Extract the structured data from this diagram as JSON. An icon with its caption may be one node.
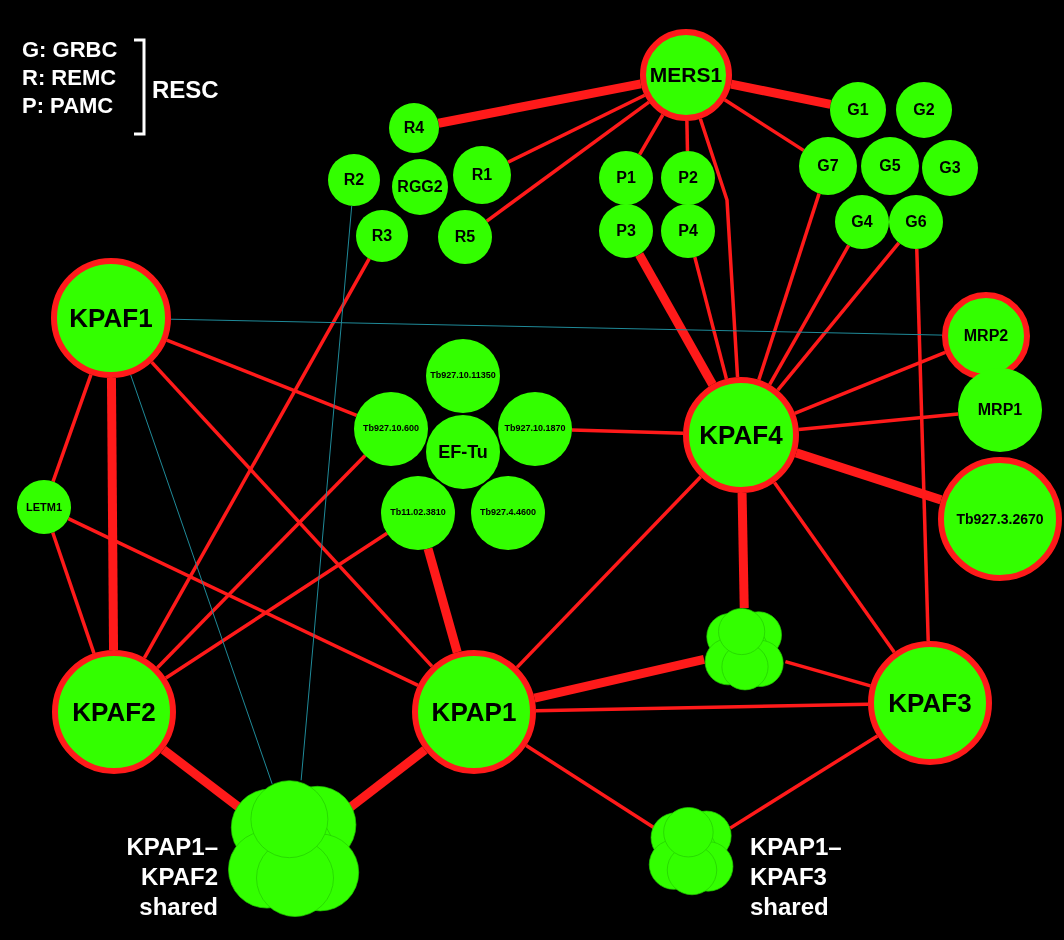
{
  "diagram": {
    "nodes": [
      {
        "text": [
          "MERS1"
        ]
      },
      {
        "text": [
          "R4"
        ]
      },
      {
        "text": [
          "R2"
        ]
      },
      {
        "text": [
          "RGG2"
        ]
      },
      {
        "text": [
          "R1"
        ]
      },
      {
        "text": [
          "R3"
        ]
      },
      {
        "text": [
          "R5"
        ]
      },
      {
        "text": [
          "P1"
        ]
      },
      {
        "text": [
          "P2"
        ]
      },
      {
        "text": [
          "P3"
        ]
      },
      {
        "text": [
          "P4"
        ]
      },
      {
        "text": [
          "G1"
        ]
      },
      {
        "text": [
          "G2"
        ]
      },
      {
        "text": [
          "G7"
        ]
      },
      {
        "text": [
          "G5"
        ]
      },
      {
        "text": [
          "G3"
        ]
      },
      {
        "text": [
          "G4"
        ]
      },
      {
        "text": [
          "G6"
        ]
      },
      {
        "text": [
          "KPAF1"
        ]
      },
      {
        "text": [
          "MRP2"
        ]
      },
      {
        "text": [
          "MRP1"
        ]
      },
      {
        "text": [
          "Tb927.10.11350"
        ]
      },
      {
        "text": [
          "Tb927.10.600"
        ]
      },
      {
        "text": [
          "Tb927.10.1870"
        ]
      },
      {
        "text": [
          "EF-Tu"
        ]
      },
      {
        "text": [
          "Tb11.02.3810"
        ]
      },
      {
        "text": [
          "Tb927.4.4600"
        ]
      },
      {
        "text": [
          "KPAF4"
        ]
      },
      {
        "text": [
          "LETM1"
        ]
      },
      {
        "text": [
          "Tb927.3.2670"
        ]
      },
      {
        "text": [],
        "shape": "circle"
      },
      {
        "text": [
          "KPAF2"
        ]
      },
      {
        "text": [
          "KPAP1"
        ]
      },
      {
        "text": [
          "KPAF3"
        ]
      },
      {
        "text": [],
        "shape": "circle",
        "beside": [
          "KPAP1– KPAF2 shared"
        ]
      },
      {
        "text": [],
        "shape": "circle",
        "beside": [
          "KPAP1– KPAF3 shared"
        ]
      }
    ],
    "edges": [
      {
        "from": 0,
        "to": 1,
        "arrow": "none",
        "style": "thick"
      },
      {
        "from": 0,
        "to": 4,
        "arrow": "none"
      },
      {
        "from": 0,
        "to": 6,
        "arrow": "none"
      },
      {
        "from": 0,
        "to": 11,
        "arrow": "none",
        "style": "thick"
      },
      {
        "from": 0,
        "to": 13,
        "arrow": "none"
      },
      {
        "from": 0,
        "to": 7,
        "arrow": "none"
      },
      {
        "from": 0,
        "to": 8,
        "arrow": "none"
      },
      {
        "from": 0,
        "to": 27,
        "arrow": "none"
      },
      {
        "from": 18,
        "to": 31,
        "arrow": "none",
        "style": "thick"
      },
      {
        "from": 18,
        "to": 28,
        "arrow": "none"
      },
      {
        "from": 28,
        "to": 31,
        "arrow": "none"
      },
      {
        "from": 18,
        "to": 32,
        "arrow": "none"
      },
      {
        "from": 18,
        "to": 22,
        "arrow": "none"
      },
      {
        "from": 31,
        "to": 22,
        "arrow": "none"
      },
      {
        "from": 31,
        "to": 25,
        "arrow": "none"
      },
      {
        "from": 31,
        "to": 34,
        "arrow": "none",
        "style": "thick"
      },
      {
        "from": 31,
        "to": 5,
        "arrow": "none"
      },
      {
        "from": 32,
        "to": 25,
        "arrow": "none",
        "style": "thick"
      },
      {
        "from": 32,
        "to": 27,
        "arrow": "none"
      },
      {
        "from": 32,
        "to": 30,
        "arrow": "none",
        "style": "thick"
      },
      {
        "from": 32,
        "to": 33,
        "arrow": "none"
      },
      {
        "from": 32,
        "to": 34,
        "arrow": "none",
        "style": "thick"
      },
      {
        "from": 32,
        "to": 35,
        "arrow": "none"
      },
      {
        "from": 28,
        "to": 32,
        "arrow": "none"
      },
      {
        "from": 27,
        "to": 9,
        "arrow": "none",
        "style": "thick"
      },
      {
        "from": 27,
        "to": 10,
        "arrow": "none"
      },
      {
        "from": 27,
        "to": 13,
        "arrow": "none"
      },
      {
        "from": 27,
        "to": 16,
        "arrow": "none"
      },
      {
        "from": 27,
        "to": 17,
        "arrow": "none"
      },
      {
        "from": 27,
        "to": 19,
        "arrow": "none"
      },
      {
        "from": 27,
        "to": 20,
        "arrow": "none"
      },
      {
        "from": 27,
        "to": 29,
        "arrow": "none",
        "style": "thick"
      },
      {
        "from": 27,
        "to": 30,
        "arrow": "none",
        "style": "thick"
      },
      {
        "from": 27,
        "to": 33,
        "arrow": "none"
      },
      {
        "from": 27,
        "to": 23,
        "arrow": "none"
      },
      {
        "from": 33,
        "to": 35,
        "arrow": "none"
      },
      {
        "from": 33,
        "to": 30,
        "arrow": "none"
      },
      {
        "from": 33,
        "to": 17,
        "arrow": "none"
      },
      {
        "from": 18,
        "to": 34,
        "arrow": "none",
        "color": "#1f8a99"
      },
      {
        "from": 19,
        "to": 18,
        "arrow": "none",
        "color": "#1f8a99"
      },
      {
        "from": 2,
        "to": 34,
        "arrow": "none",
        "color": "#1f8a99"
      }
    ],
    "labels": [
      "G: GRBC",
      "R: REMC",
      "P: PAMC",
      "RESC"
    ]
  }
}
